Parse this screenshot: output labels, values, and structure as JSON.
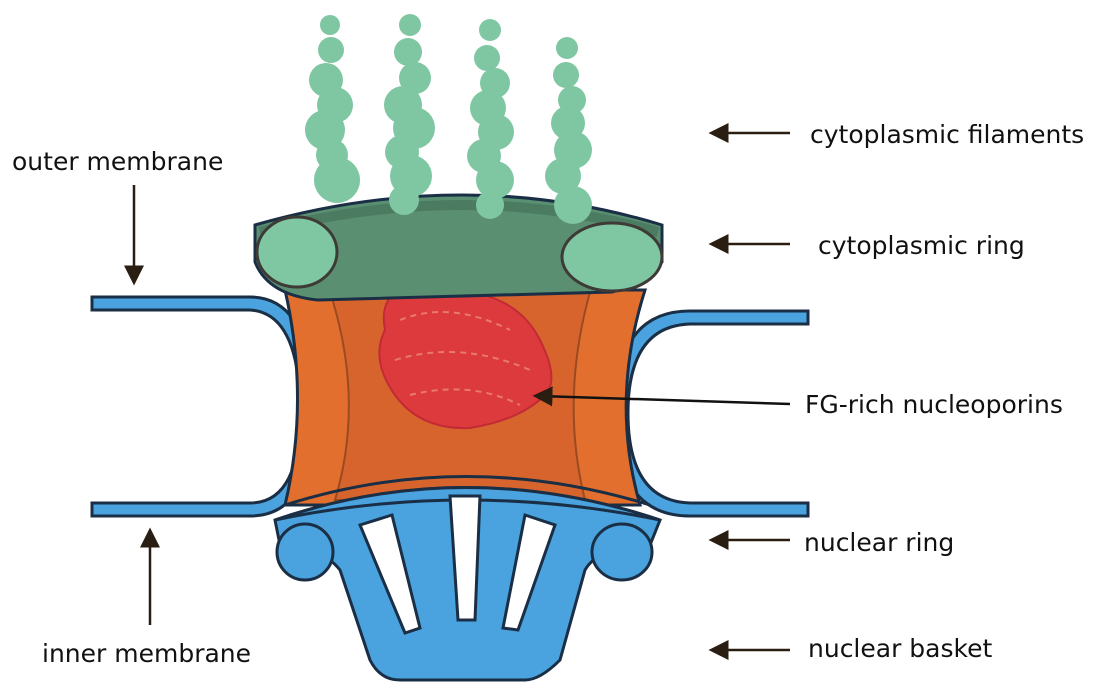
{
  "labels": {
    "outer_membrane": "outer membrane",
    "inner_membrane": "inner membrane",
    "cytoplasmic_filaments": "cytoplasmic filaments",
    "cytoplasmic_ring": "cytoplasmic ring",
    "fg_nucleoporins": "FG-rich nucleoporins",
    "nuclear_ring": "nuclear ring",
    "nuclear_basket": "nuclear basket"
  },
  "colors": {
    "membrane": "#4aa3de",
    "outline": "#1a2f45",
    "filament": "#7fc7a2",
    "ring_dark": "#5a8f72",
    "ring_side": "#4b7c62",
    "channel": "#e26f2e",
    "channel_inner": "#d7642c",
    "fg_mass": "#dd3a3e",
    "basket": "#4aa3de",
    "arrow": "#2a1d12"
  }
}
